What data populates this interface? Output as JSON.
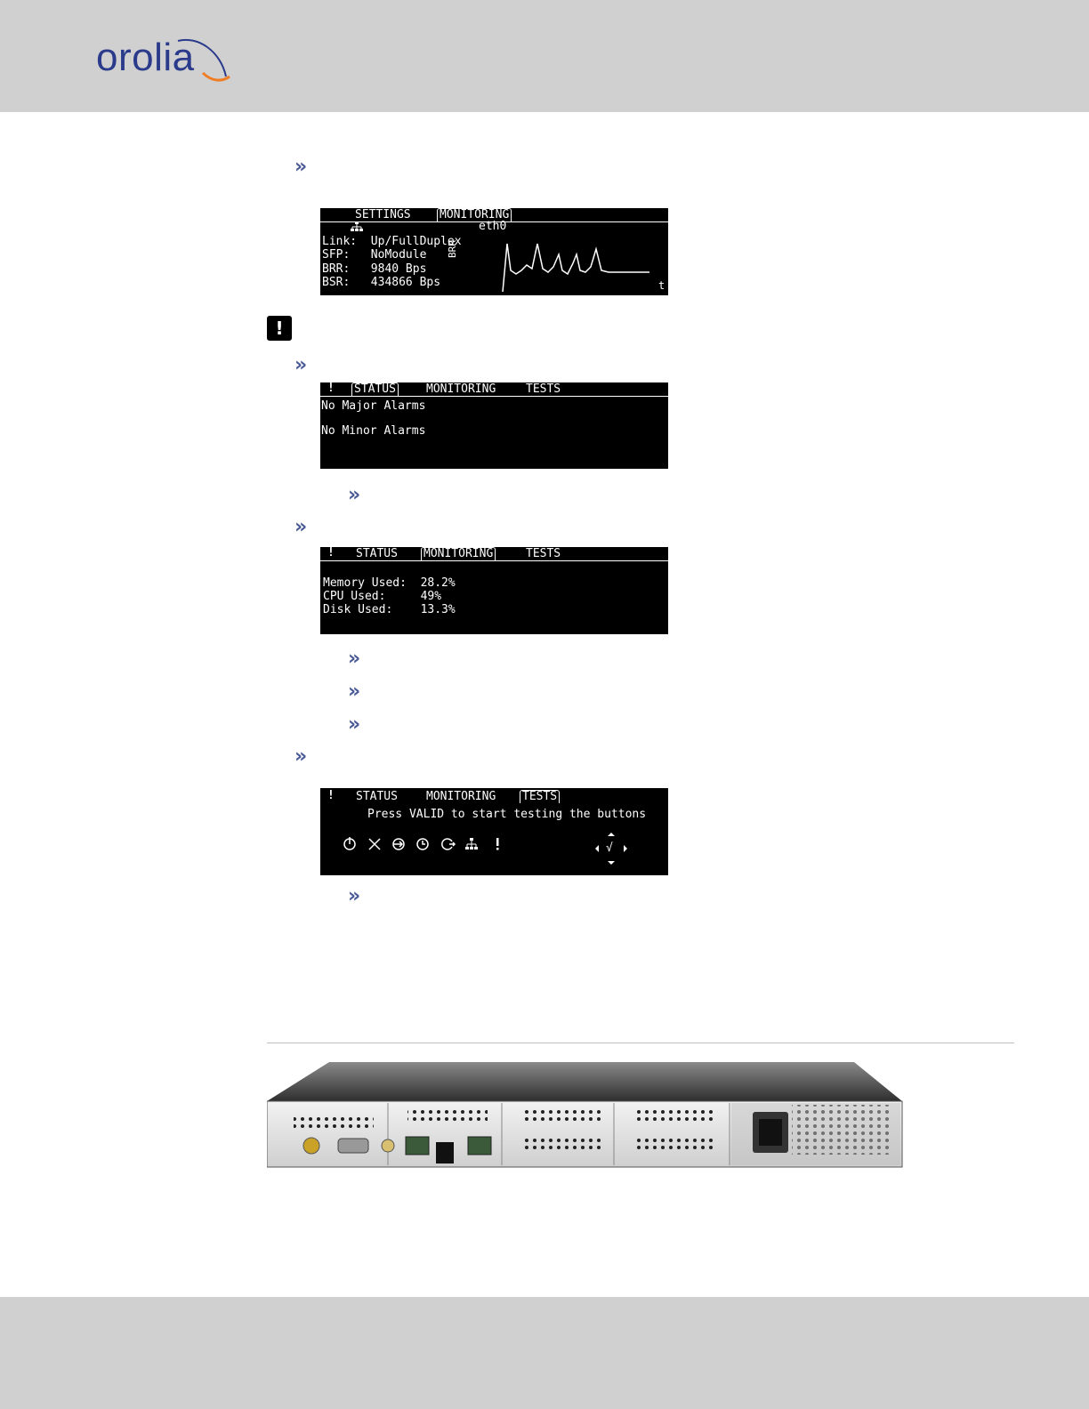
{
  "brand": {
    "logo_text": "orolia",
    "logo_accent": "#f07d24",
    "logo_color": "#2b3b8c"
  },
  "colors": {
    "header_bg": "#d0d0d0",
    "bullet": "#4a5a96",
    "lcd_bg": "#000000"
  },
  "bullets": {
    "glyph": "»"
  },
  "lcd1": {
    "tab_settings": "SETTINGS",
    "tab_monitoring": "MONITORING",
    "interface": "eth0",
    "rows": [
      "Link:  Up/FullDuplex",
      "SFP:   NoModule",
      "BRR:   9840 Bps",
      "BSR:   434866 Bps"
    ],
    "graph_ylabel": "BRR",
    "graph_xlabel": "t",
    "icon": "network-icon"
  },
  "warning": {
    "glyph": "!",
    "icon": "exclamation-icon"
  },
  "lcd2": {
    "alert": "!",
    "tab_status": "STATUS",
    "tab_monitoring": "MONITORING",
    "tab_tests": "TESTS",
    "line1": "No Major Alarms",
    "line2": "No Minor Alarms"
  },
  "lcd3": {
    "alert": "!",
    "tab_status": "STATUS",
    "tab_monitoring": "MONITORING",
    "tab_tests": "TESTS",
    "rows": [
      "Memory Used:  28.2%",
      "CPU Used:     49%",
      "Disk Used:    13.3%"
    ]
  },
  "lcd4": {
    "alert": "!",
    "tab_status": "STATUS",
    "tab_monitoring": "MONITORING",
    "tab_tests": "TESTS",
    "message": "Press VALID to start testing the buttons",
    "buttons": [
      "power-icon",
      "tools-icon",
      "enter-icon",
      "clock-icon",
      "refresh-icon",
      "network-icon",
      "exclamation-icon"
    ],
    "valid_glyph": "√",
    "nav_icons": [
      "up-arrow-icon",
      "left-arrow-icon",
      "right-arrow-icon",
      "down-arrow-icon"
    ]
  }
}
